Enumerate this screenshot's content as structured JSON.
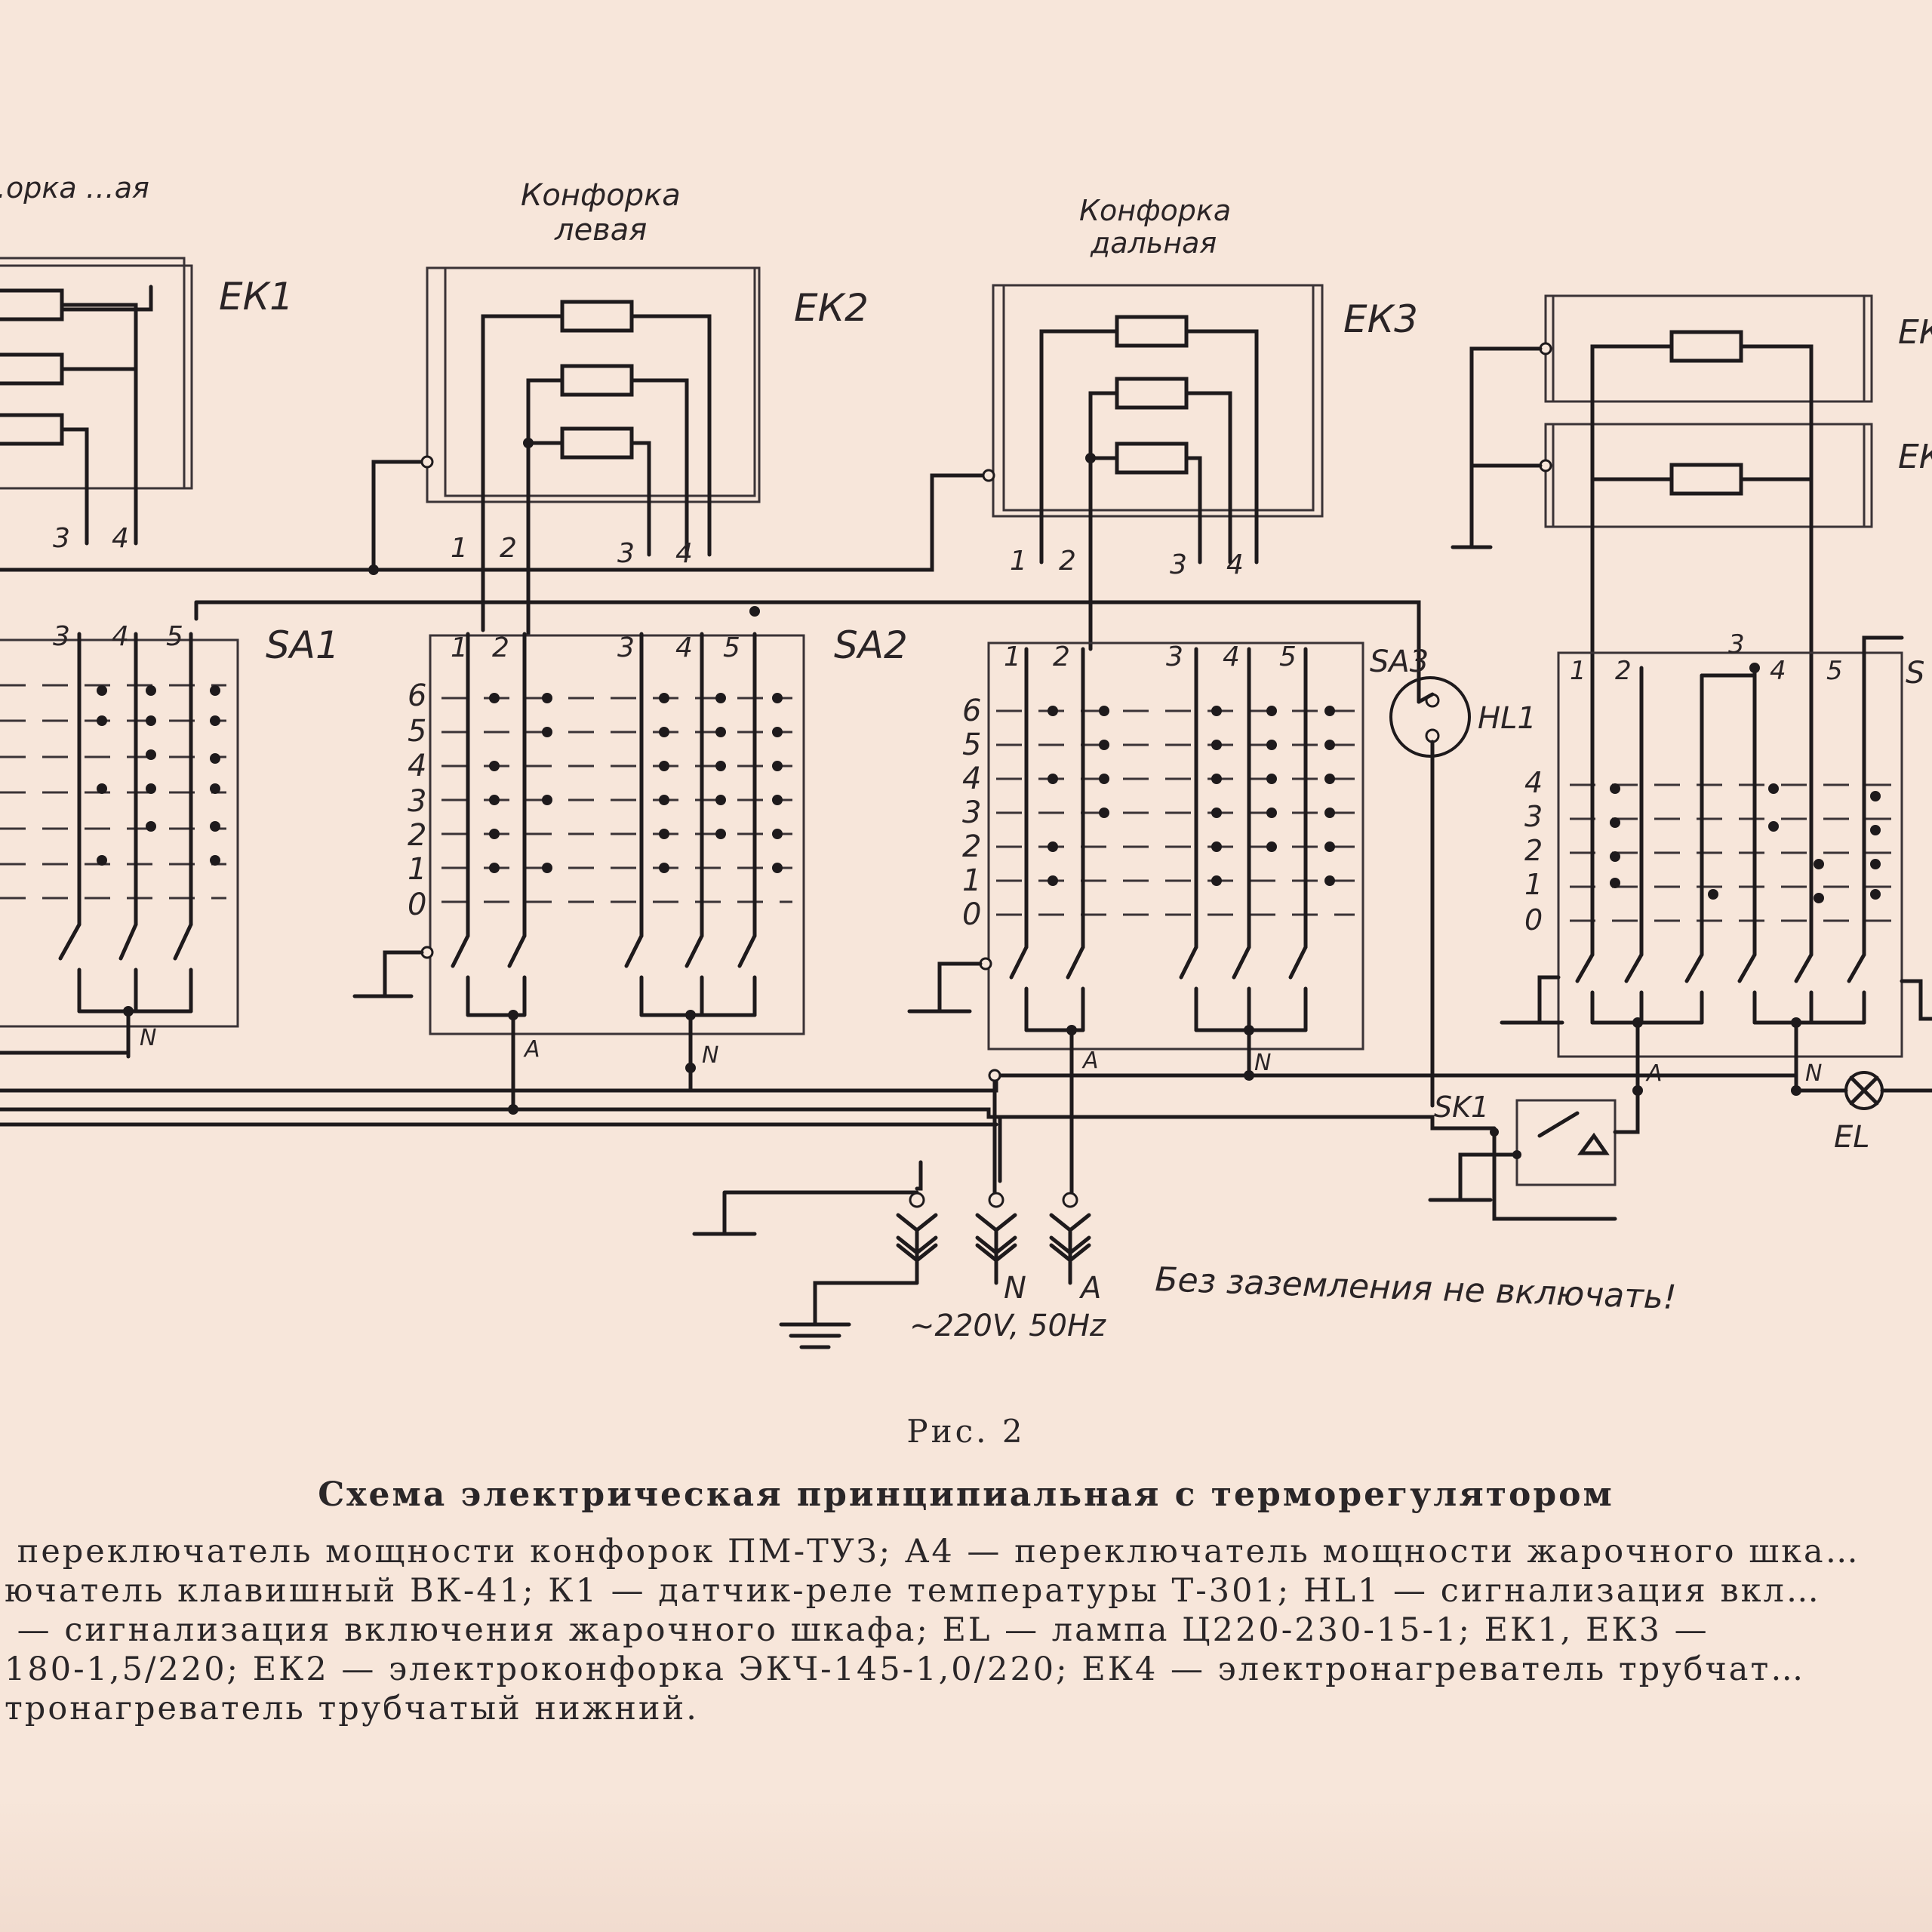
{
  "labels": {
    "ek1_title": "…орка …ая",
    "ek2_title_1": "Конфорка",
    "ek2_title_2": "левая",
    "ek3_title_1": "Конфорка",
    "ek3_title_2": "дальная",
    "ek1": "ЕК1",
    "ek2": "ЕК2",
    "ek3": "ЕК3",
    "ek4a": "ЕК",
    "ek4b": "ЕК",
    "sa1": "SA1",
    "sa2": "SA2",
    "sa3": "SA3",
    "sa4": "S",
    "hl1": "HL1",
    "sk1": "SK1",
    "el": "EL",
    "bus_n": "N",
    "bus_a": "A",
    "plug_n": "N",
    "plug_a": "A",
    "supply": "~220V, 50Hz",
    "warning": "Без заземления не включать!",
    "positions_6": [
      "6",
      "5",
      "4",
      "3",
      "2",
      "1",
      "0"
    ],
    "positions_4": [
      "4",
      "3",
      "2",
      "1",
      "0"
    ],
    "terminals": [
      "1",
      "2",
      "3",
      "4",
      "5"
    ]
  },
  "caption": {
    "figure": "Рис. 2",
    "title": "Схема электрическая принципиальная с терморегулятором"
  },
  "legend_lines": [
    "… переключатель мощности конфорок ПМ-ТУЗ; А4 — переключатель мощности жарочного шка…",
    "…ючатель клавишный ВК-41; К1 — датчик-реле температуры Т-301; HL1 — сигнализация вкл…",
    "… — сигнализация включения жарочного шкафа; EL — лампа Ц220-230-15-1; ЕК1, ЕК3 —",
    "…180-1,5/220; ЕК2 — электроконфорка ЭКЧ-145-1,0/220; ЕК4 — электронагреватель трубчат…",
    "…тронагреватель трубчатый нижний."
  ]
}
